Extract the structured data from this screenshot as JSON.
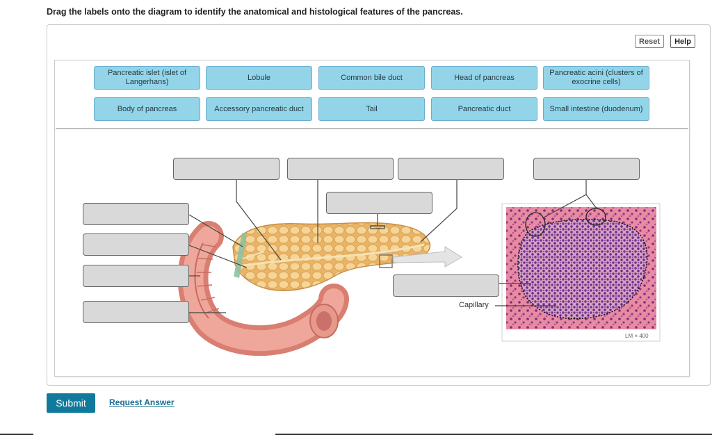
{
  "instruction": "Drag the labels onto the diagram to identify the anatomical and histological features of the pancreas.",
  "toolbar": {
    "reset_label": "Reset",
    "help_label": "Help"
  },
  "labels": [
    "Pancreatic islet (islet of Langerhans)",
    "Lobule",
    "Common bile duct",
    "Head of pancreas",
    "Pancreatic acini (clusters of exocrine cells)",
    "Body of pancreas",
    "Accessory pancreatic duct",
    "Tail",
    "Pancreatic duct",
    "Small intestine (duodenum)"
  ],
  "figure": {
    "capillary_label": "Capillary",
    "magnification": "LM × 400"
  },
  "actions": {
    "submit_label": "Submit",
    "request_answer_label": "Request Answer"
  },
  "colors": {
    "label_bg": "#93d4e8",
    "drop_bg": "#d9d9d9",
    "submit_bg": "#117a9c",
    "link": "#1a6d92",
    "tissue_pink": "#e8849c",
    "cell_purple": "#7a3a8c",
    "pancreas": "#f2c782"
  }
}
